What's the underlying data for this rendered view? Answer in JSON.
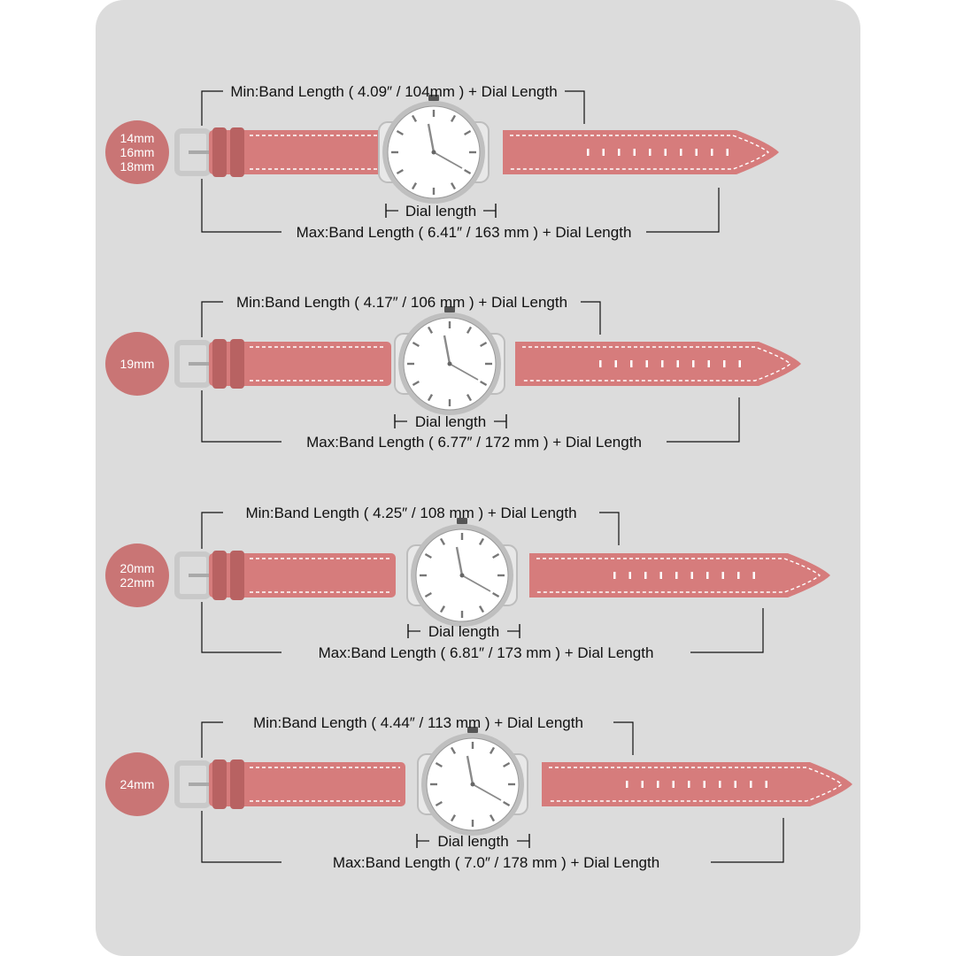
{
  "colors": {
    "panel": "#dcdcdc",
    "band": "#d67c7c",
    "band_dark": "#b86262",
    "badge": "#c97575",
    "stitch": "#ffffff",
    "metal": "#c9c9c9",
    "line": "#111111"
  },
  "rows": [
    {
      "sizes": [
        "14mm",
        "16mm",
        "18mm"
      ],
      "min_label": "Min:Band Length ( 4.09″ / 104mm ) + Dial Length",
      "dial_label": "Dial length",
      "max_label": "Max:Band Length ( 6.41″ / 163 mm ) + Dial Length"
    },
    {
      "sizes": [
        "19mm"
      ],
      "min_label": "Min:Band Length ( 4.17″ / 106 mm ) + Dial Length",
      "dial_label": "Dial length",
      "max_label": "Max:Band Length ( 6.77″ / 172 mm ) + Dial Length"
    },
    {
      "sizes": [
        "20mm",
        "22mm"
      ],
      "min_label": "Min:Band Length ( 4.25″ / 108 mm ) + Dial Length",
      "dial_label": "Dial length",
      "max_label": "Max:Band Length ( 6.81″ / 173 mm  ) + Dial Length"
    },
    {
      "sizes": [
        "24mm"
      ],
      "min_label": "Min:Band Length ( 4.44″ / 113 mm ) + Dial Length",
      "dial_label": "Dial length",
      "max_label": "Max:Band Length ( 7.0″ / 178 mm  ) + Dial Length"
    }
  ]
}
